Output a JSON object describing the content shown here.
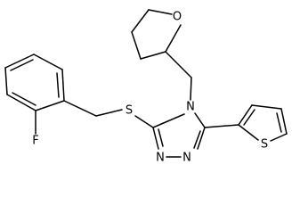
{
  "structure": {
    "atoms": {
      "O": "O",
      "S_thioether": "S",
      "N4": "N",
      "N_ring_left": "N",
      "N_ring_right": "N",
      "F": "F",
      "S_thiophene": "S"
    }
  },
  "colors": {
    "bond": "#000000",
    "label": "#000000",
    "background": "#ffffff"
  }
}
